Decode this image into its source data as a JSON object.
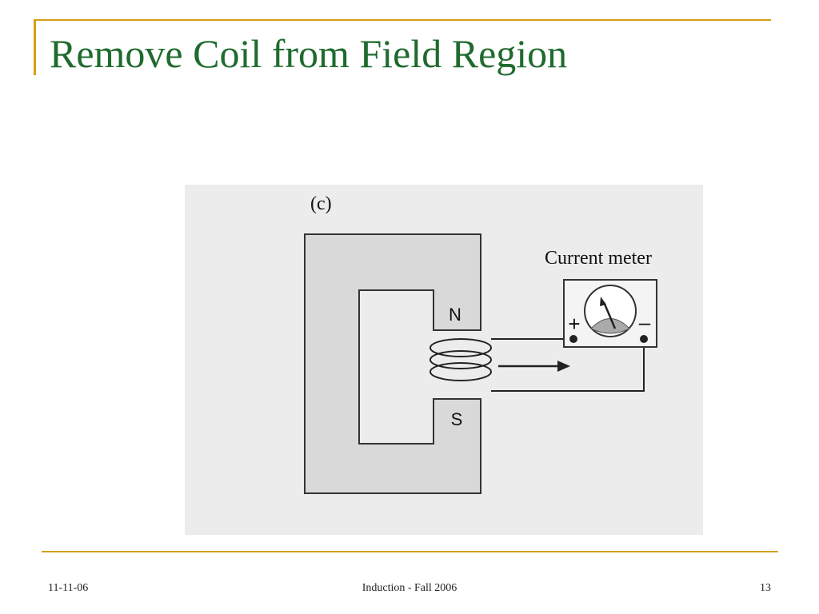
{
  "slide": {
    "title": "Remove Coil from Field Region"
  },
  "figure": {
    "panel_label": "(c)",
    "meter_label": "Current meter",
    "north_label": "N",
    "south_label": "S",
    "plus_label": "+",
    "minus_label": "–"
  },
  "footer": {
    "date": "11-11-06",
    "center": "Induction - Fall 2006",
    "page_number": "13"
  },
  "colors": {
    "title": "#1f6b2e",
    "accent_rule": "#d4a017",
    "magnet_fill": "#d9d9d9",
    "figure_bg": "#ececec"
  }
}
